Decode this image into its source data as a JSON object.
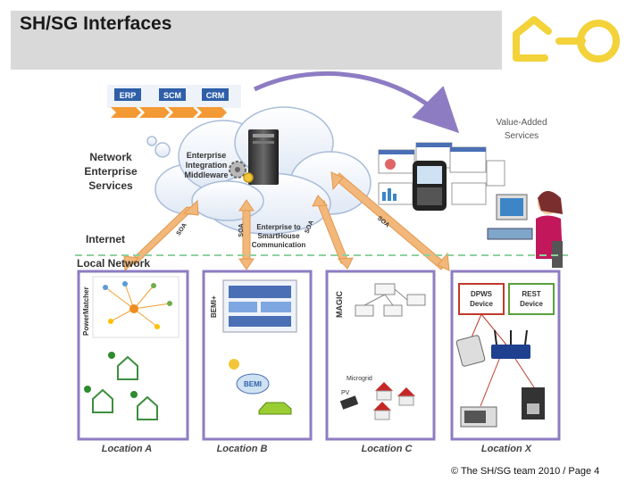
{
  "header": {
    "title": "SH/SG Interfaces"
  },
  "enterprise_systems": [
    "ERP",
    "SCM",
    "CRM"
  ],
  "labels": {
    "network_enterprise_services": [
      "Network",
      "Enterprise",
      "Services"
    ],
    "middleware": [
      "Enterprise",
      "Integration",
      "Middleware"
    ],
    "value_added_services": [
      "Value-Added",
      "Services"
    ],
    "internet": "Internet",
    "local_network": "Local Network",
    "enterprise_to_smarthouse": [
      "Enterprise to",
      "SmartHouse",
      "Communication"
    ],
    "soa": "SOA"
  },
  "locations": [
    {
      "name": "Location A",
      "tech": "PowerMatcher"
    },
    {
      "name": "Location B",
      "tech": "BEMI+"
    },
    {
      "name": "Location C",
      "tech": "MAGIC"
    },
    {
      "name": "Location X",
      "tech": ""
    }
  ],
  "location_b_badge": "BEMI",
  "location_c_labels": {
    "microgrid": "Microgrid",
    "pv": "PV"
  },
  "devices": {
    "dpws": [
      "DPWS",
      "Device"
    ],
    "rest": [
      "REST",
      "Device"
    ]
  },
  "footer": "© The SH/SG team 2010 / Page 4",
  "colors": {
    "arrow": "#f2b77a",
    "arrow_stroke": "#e39a4f",
    "location_border": "#8e7cc3",
    "local_network_line": "#8fd19e",
    "logo": "#f3d23a",
    "title_bar": "#d9d9d9",
    "dpws_border": "#c0392b",
    "rest_border": "#5aa03c"
  }
}
